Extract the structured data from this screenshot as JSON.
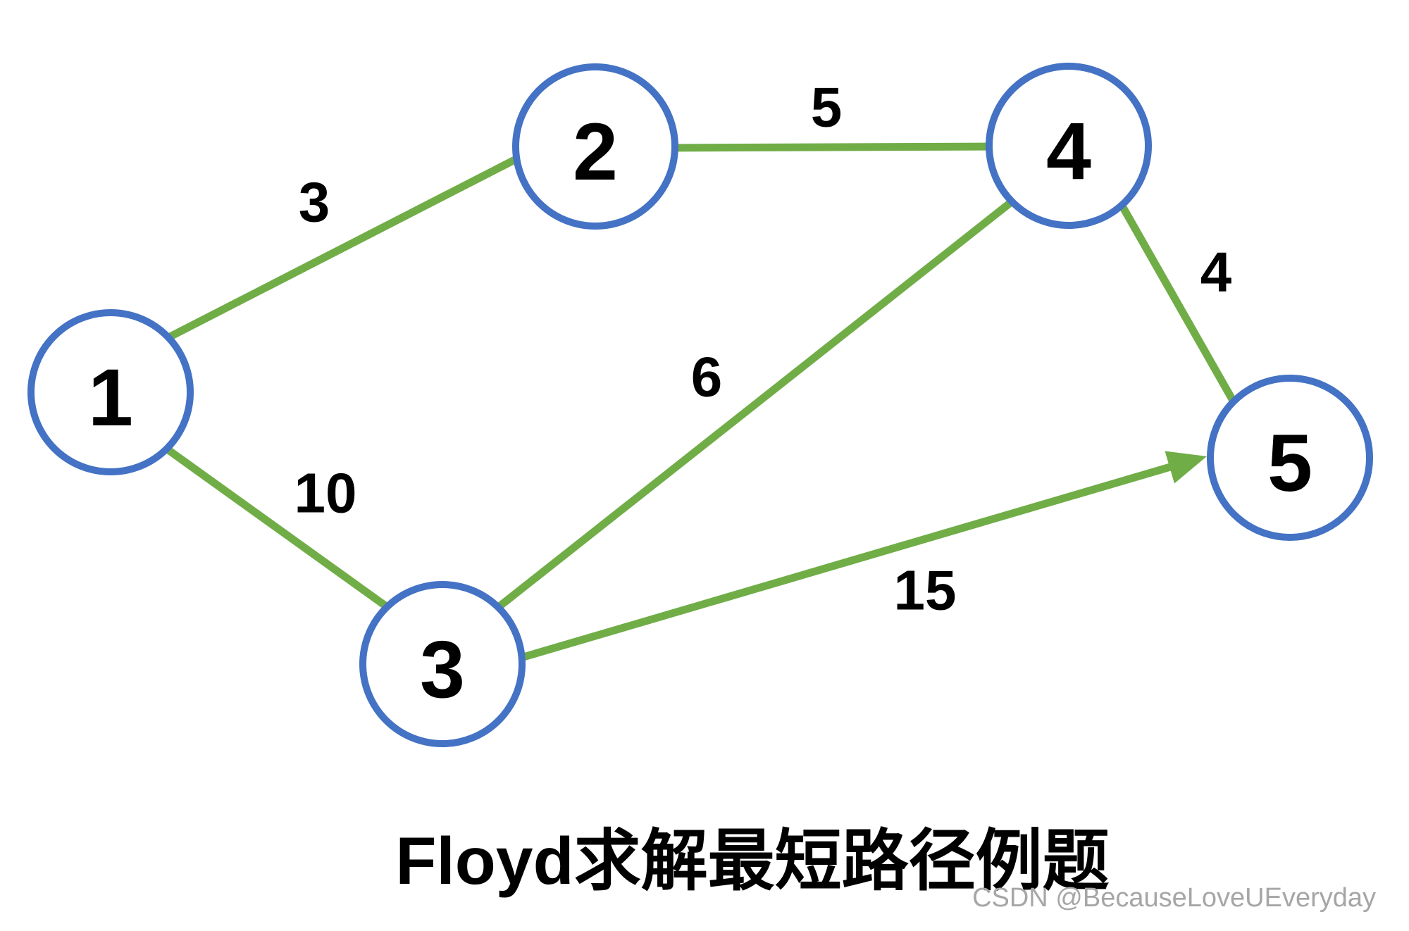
{
  "title": "Floyd求解最短路径例题",
  "watermark": "CSDN @BecauseLoveUEveryday",
  "colors": {
    "node_border": "#4472C4",
    "node_fill": "#FFFFFF",
    "edge": "#70AD47",
    "label_text": "#000000",
    "watermark_text": "#A6A6A6",
    "background": "#FFFFFF"
  },
  "graph": {
    "type": "weighted-graph",
    "nodes": [
      {
        "label": "1"
      },
      {
        "label": "2"
      },
      {
        "label": "3"
      },
      {
        "label": "4"
      },
      {
        "label": "5"
      }
    ],
    "edges": [
      {
        "from": "1",
        "to": "2",
        "weight": "3",
        "directed": false
      },
      {
        "from": "2",
        "to": "4",
        "weight": "5",
        "directed": false
      },
      {
        "from": "1",
        "to": "3",
        "weight": "10",
        "directed": false
      },
      {
        "from": "3",
        "to": "4",
        "weight": "6",
        "directed": false
      },
      {
        "from": "4",
        "to": "5",
        "weight": "4",
        "directed": false
      },
      {
        "from": "3",
        "to": "5",
        "weight": "15",
        "directed": true
      }
    ]
  }
}
